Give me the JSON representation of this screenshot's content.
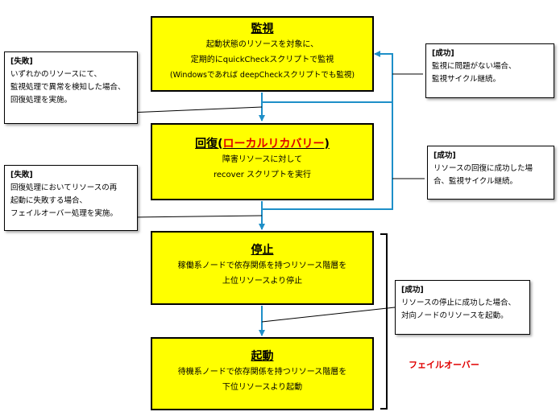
{
  "boxes": {
    "monitor": {
      "title": "監視",
      "lines": [
        "起動状態のリソースを対象に、",
        "定期的にquickCheckスクリプトで監視",
        "(Windowsであれば deepCheckスクリプトでも監視)"
      ]
    },
    "recovery": {
      "title_prefix": "回復(",
      "title_red": "ローカルリカバリー",
      "title_suffix": ")",
      "lines": [
        "障害リソースに対して",
        "recover スクリプトを実行"
      ]
    },
    "stop": {
      "title": "停止",
      "lines": [
        "稼働系ノードで依存関係を持つリソース階層を",
        "上位リソースより停止"
      ]
    },
    "start": {
      "title": "起動",
      "lines": [
        "待機系ノードで依存関係を持つリソース階層を",
        "下位リソースより起動"
      ]
    }
  },
  "notes": {
    "fail1": {
      "title": "[失敗]",
      "lines": [
        "いずれかのリソースにて、",
        "監視処理で異常を検知した場合、",
        "回復処理を実施。"
      ]
    },
    "success1": {
      "title": "[成功]",
      "lines": [
        "監視に問題がない場合、",
        "監視サイクル継続。"
      ]
    },
    "fail2": {
      "title": "[失敗]",
      "lines": [
        "回復処理においてリソースの再",
        "起動に失敗する場合、",
        "フェイルオーバー処理を実施。"
      ]
    },
    "success2": {
      "title": "[成功]",
      "lines": [
        "リソースの回復に成功した場",
        "合、監視サイクル継続。"
      ]
    },
    "success3": {
      "title": "[成功]",
      "lines": [
        "リソースの停止に成功した場合、",
        "対向ノードのリソースを起動。"
      ]
    }
  },
  "failover_label": "フェイルオーバー",
  "colors": {
    "box_fill": "#ffff00",
    "arrow": "#1e8fc8",
    "accent_red": "#e00000"
  }
}
